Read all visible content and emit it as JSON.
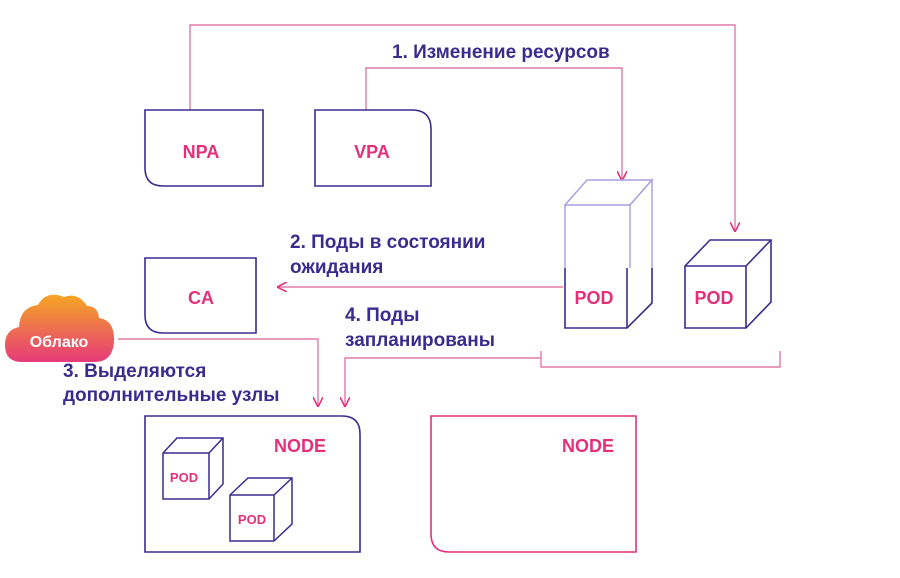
{
  "colors": {
    "purple": "#3a2c8f",
    "pink": "#e4307a",
    "light_purple": "#a89ee0",
    "cloud_gradient": [
      "#f5a623",
      "#e63a7a"
    ]
  },
  "nodes": {
    "npa": "NPA",
    "vpa": "VPA",
    "ca": "CA",
    "pod_resized": "POD",
    "pod_new": "POD",
    "node_left": "NODE",
    "node_left_pod1": "POD",
    "node_left_pod2": "POD",
    "node_right": "NODE"
  },
  "cloud": {
    "label": "Облако"
  },
  "steps": {
    "step1": "1. Изменение ресурсов",
    "step2_line1": "2. Поды в состоянии",
    "step2_line2": "ожидания",
    "step3_line1": "3. Выделяются",
    "step3_line2": "дополнительные узлы",
    "step4_line1": "4. Поды",
    "step4_line2": "запланированы"
  }
}
